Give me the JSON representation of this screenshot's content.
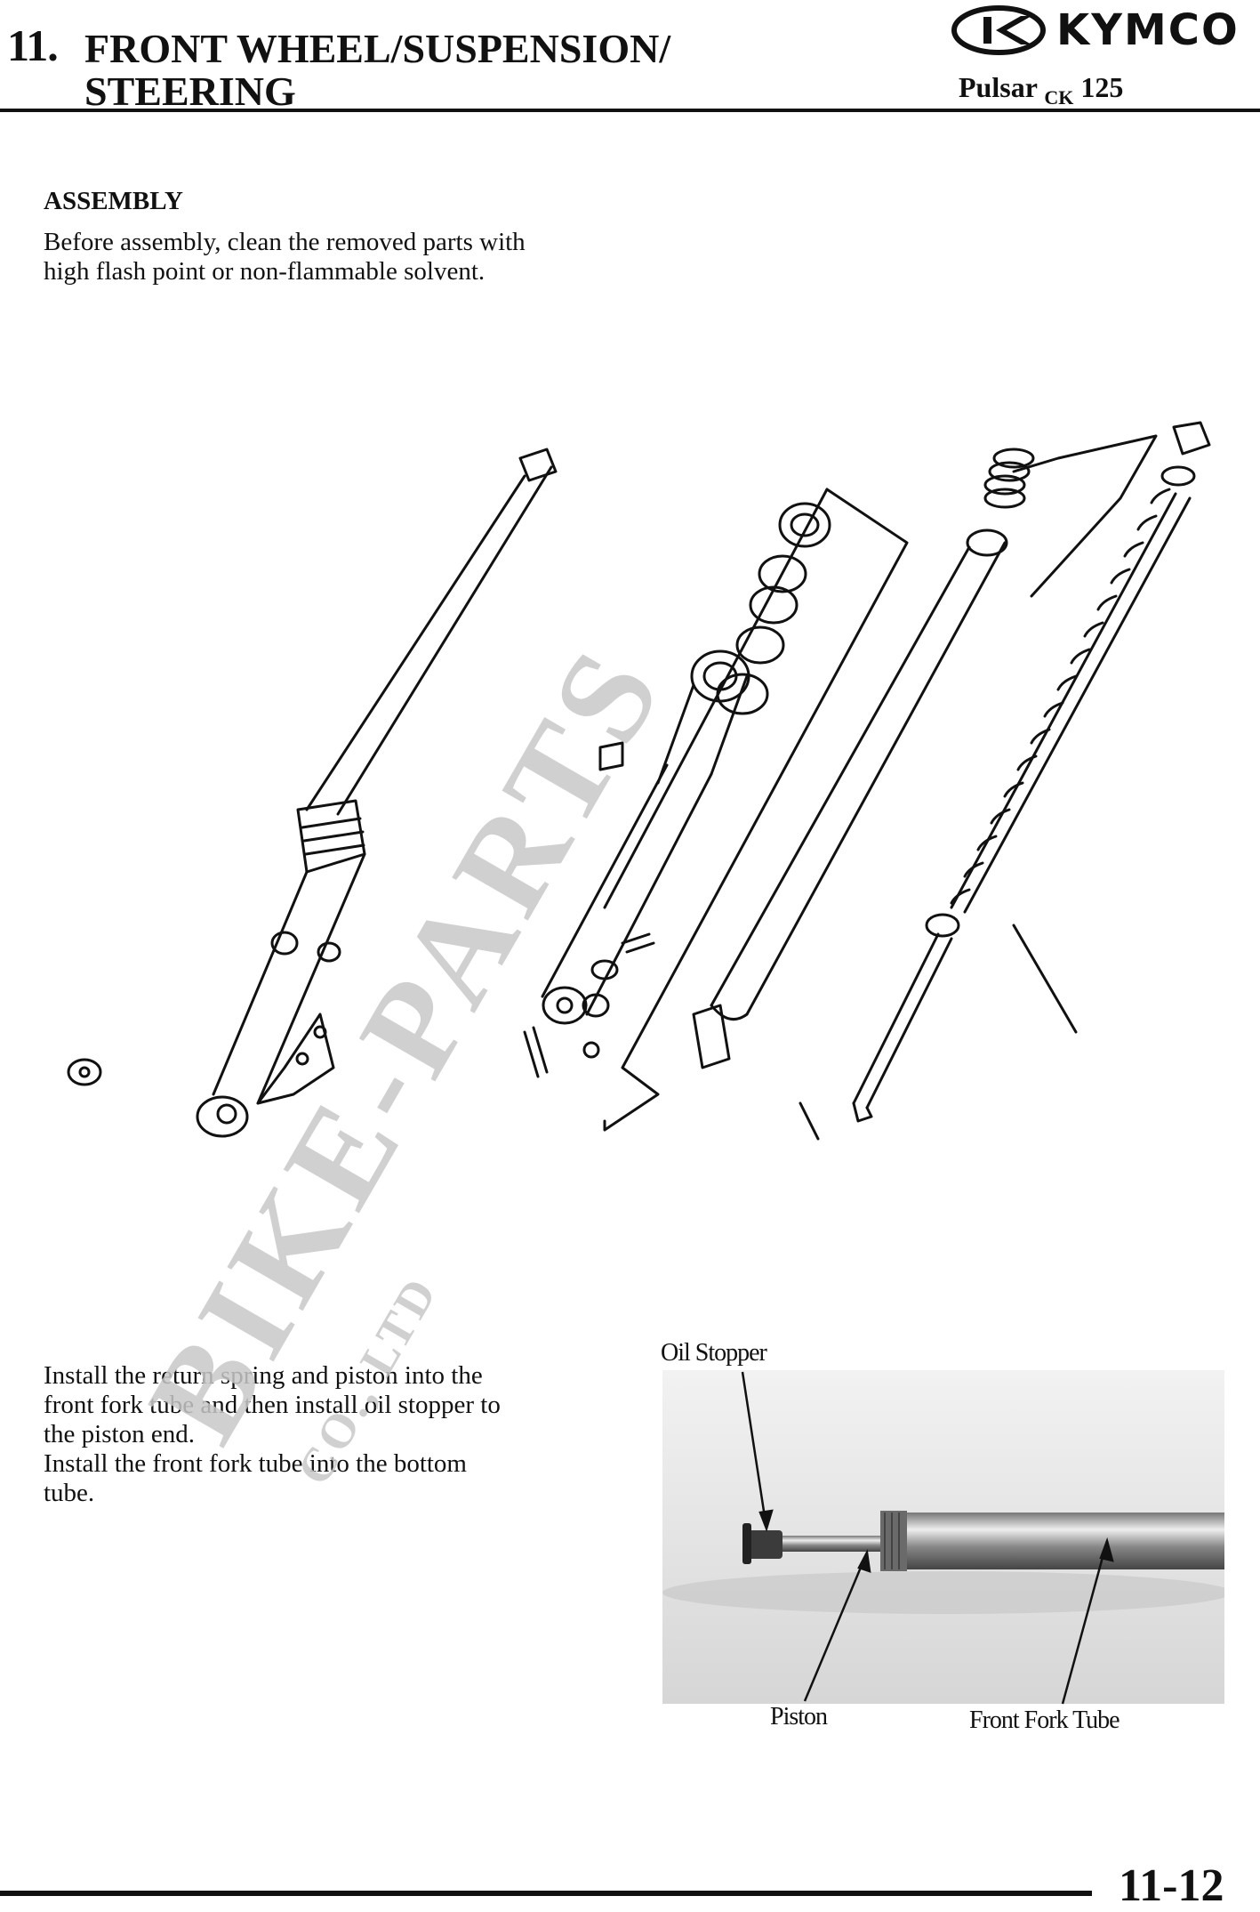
{
  "header": {
    "chapter_number": "11.",
    "title_line1": "FRONT WHEEL/SUSPENSION/",
    "title_line2": "STEERING",
    "brand": "KYMCO",
    "model_name": "Pulsar",
    "model_sub": "CK",
    "model_number": "125"
  },
  "assembly": {
    "title": "ASSEMBLY",
    "intro_lines": [
      "Before assembly, clean the removed parts with",
      "high flash point or non-flammable solvent."
    ]
  },
  "instruction": {
    "lines": [
      "Install the return spring and piston into the",
      "front fork tube and then install oil stopper to",
      "the piston end.",
      "Install the front fork tube into the bottom",
      "tube."
    ]
  },
  "photo_labels": {
    "oil_stopper": "Oil Stopper",
    "piston": "Piston",
    "front_fork_tube": "Front Fork Tube"
  },
  "watermark": {
    "main": "BIKE-PARTS",
    "sub": "CO., LTD"
  },
  "footer": {
    "page_number": "11-12"
  },
  "colors": {
    "ink": "#111111",
    "watermark": "#c8c8c8",
    "photo_bg": "#e4e4e4"
  }
}
